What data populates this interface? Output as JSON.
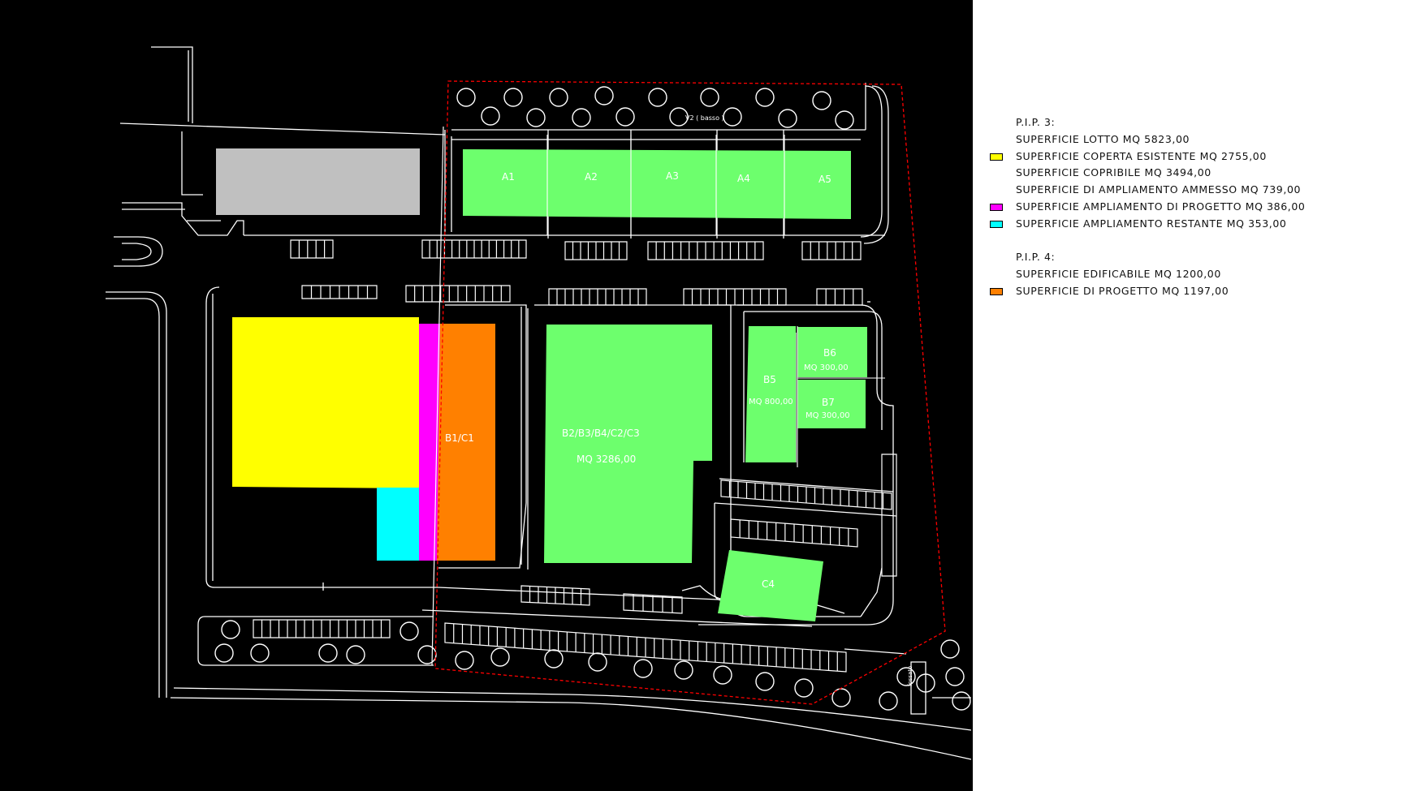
{
  "legend": {
    "pip3_title": "P.I.P. 3:",
    "pip3_items": [
      {
        "text": "SUPERFICIE LOTTO MQ 5823,00",
        "color": null
      },
      {
        "text": "SUPERFICIE COPERTA ESISTENTE MQ 2755,00",
        "color": "#ffff00"
      },
      {
        "text": "SUPERFICIE COPRIBILE MQ 3494,00",
        "color": null
      },
      {
        "text": "SUPERFICIE DI AMPLIAMENTO AMMESSO MQ 739,00",
        "color": null
      },
      {
        "text": "SUPERFICIE AMPLIAMENTO DI PROGETTO MQ 386,00",
        "color": "#ff00ff"
      },
      {
        "text": "SUPERFICIE AMPLIAMENTO RESTANTE MQ 353,00",
        "color": "#00ffff"
      }
    ],
    "pip4_title": "P.I.P. 4:",
    "pip4_items": [
      {
        "text": "SUPERFICIE EDIFICABILE MQ 1200,00",
        "color": null
      },
      {
        "text": "SUPERFICIE DI PROGETTO MQ 1197,00",
        "color": "#ff8000"
      }
    ]
  },
  "map": {
    "lots": {
      "a1": "A1",
      "a2": "A2",
      "a3": "A3",
      "a4": "A4",
      "a5": "A5",
      "v2": "V2 ( basso )",
      "b1c1": "B1/C1",
      "b2c3": "B2/B3/B4/C2/C3",
      "b2c3_area": "MQ 3286,00",
      "b5": "B5",
      "b5_area": "MQ 800,00",
      "b6": "B6",
      "b6_area": "MQ 300,00",
      "b7": "B7",
      "b7_area": "MQ 300,00",
      "c4": "C4",
      "side_label": "fossato"
    },
    "colors": {
      "background": "#000000",
      "lines": "#ffffff",
      "boundary": "#ff0000",
      "existing_building": "#c0c0c0",
      "green_lots": "#6dff6d",
      "existing_covered": "#ffff00",
      "expansion_project": "#ff00ff",
      "expansion_remaining": "#00ffff",
      "project_area": "#ff8000"
    }
  }
}
